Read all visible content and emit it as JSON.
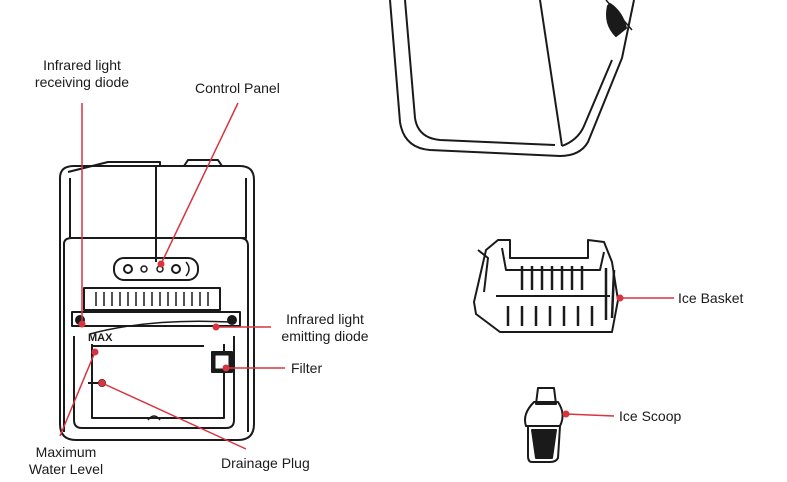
{
  "labels": {
    "ir_receive_line1": "Infrared light",
    "ir_receive_line2": "receiving diode",
    "control_panel": "Control Panel",
    "ir_emit_line1": "Infrared light",
    "ir_emit_line2": "emitting diode",
    "filter": "Filter",
    "max_water_line1": "Maximum",
    "max_water_line2": "Water Level",
    "drainage_plug": "Drainage Plug",
    "ice_basket": "Ice Basket",
    "ice_scoop": "Ice Scoop",
    "max_mark": "MAX"
  },
  "colors": {
    "leader": "#d8343f",
    "outline": "#1a1a1a",
    "dark_fill": "#222222"
  }
}
